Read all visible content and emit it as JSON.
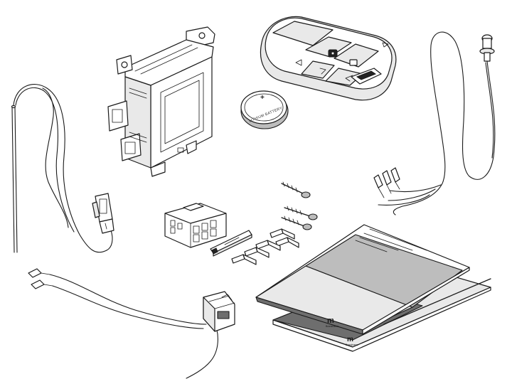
{
  "battery": {
    "plus_mark": "+",
    "label": "LITHIUM BATTERY"
  },
  "manual_front": {
    "logo_text": "m",
    "brand_text": "Brandname"
  },
  "manual_back": {
    "logo_text": "m",
    "brand_text": "Brandname"
  }
}
